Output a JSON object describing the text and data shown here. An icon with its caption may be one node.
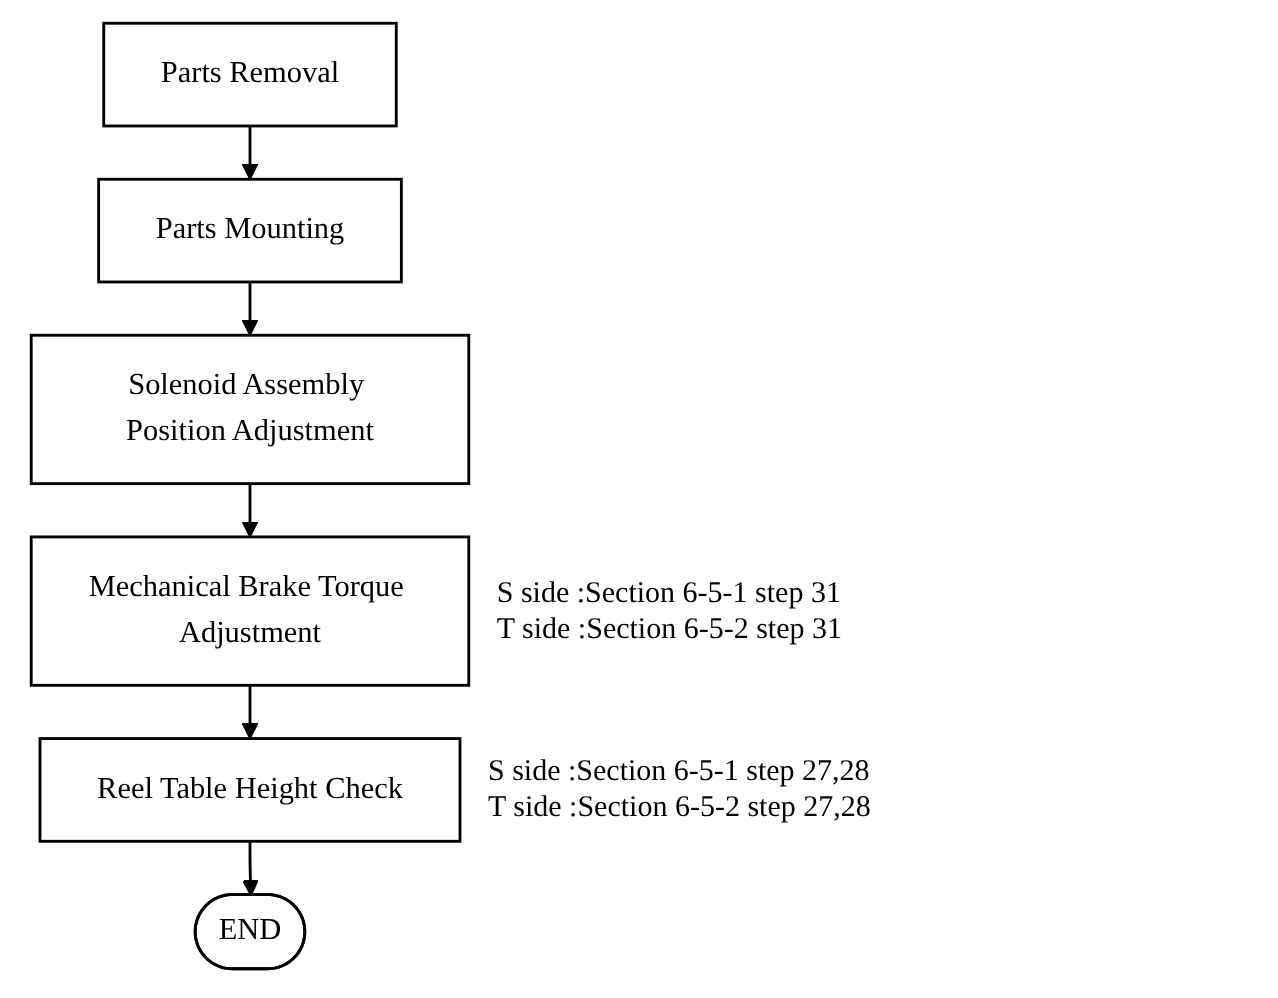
{
  "diagram": {
    "nodes": [
      {
        "text": [
          "Parts Removal"
        ]
      },
      {
        "text": [
          "Parts Mounting"
        ]
      },
      {
        "text": [
          "Solenoid Assembly Position Adjustment"
        ]
      },
      {
        "text": [
          "Mechanical Brake Torque Adjustment"
        ],
        "beside": [
          "S side :Section 6-5-1 step 31",
          "T side :Section 6-5-2 step 31"
        ]
      },
      {
        "text": [
          "Reel Table Height Check"
        ],
        "beside": [
          "S side :Section 6-5-1 step 27,28",
          "T side :Section 6-5-2 step 27,28"
        ]
      },
      {
        "text": [
          "END"
        ]
      }
    ],
    "edges": [
      {
        "from": 0,
        "to": 1,
        "arrow": "to"
      },
      {
        "from": 1,
        "to": 2,
        "arrow": "to"
      },
      {
        "from": 2,
        "to": 3,
        "arrow": "to"
      },
      {
        "from": 3,
        "to": 4,
        "arrow": "to"
      },
      {
        "from": 4,
        "to": 5,
        "arrow": "to"
      }
    ]
  }
}
